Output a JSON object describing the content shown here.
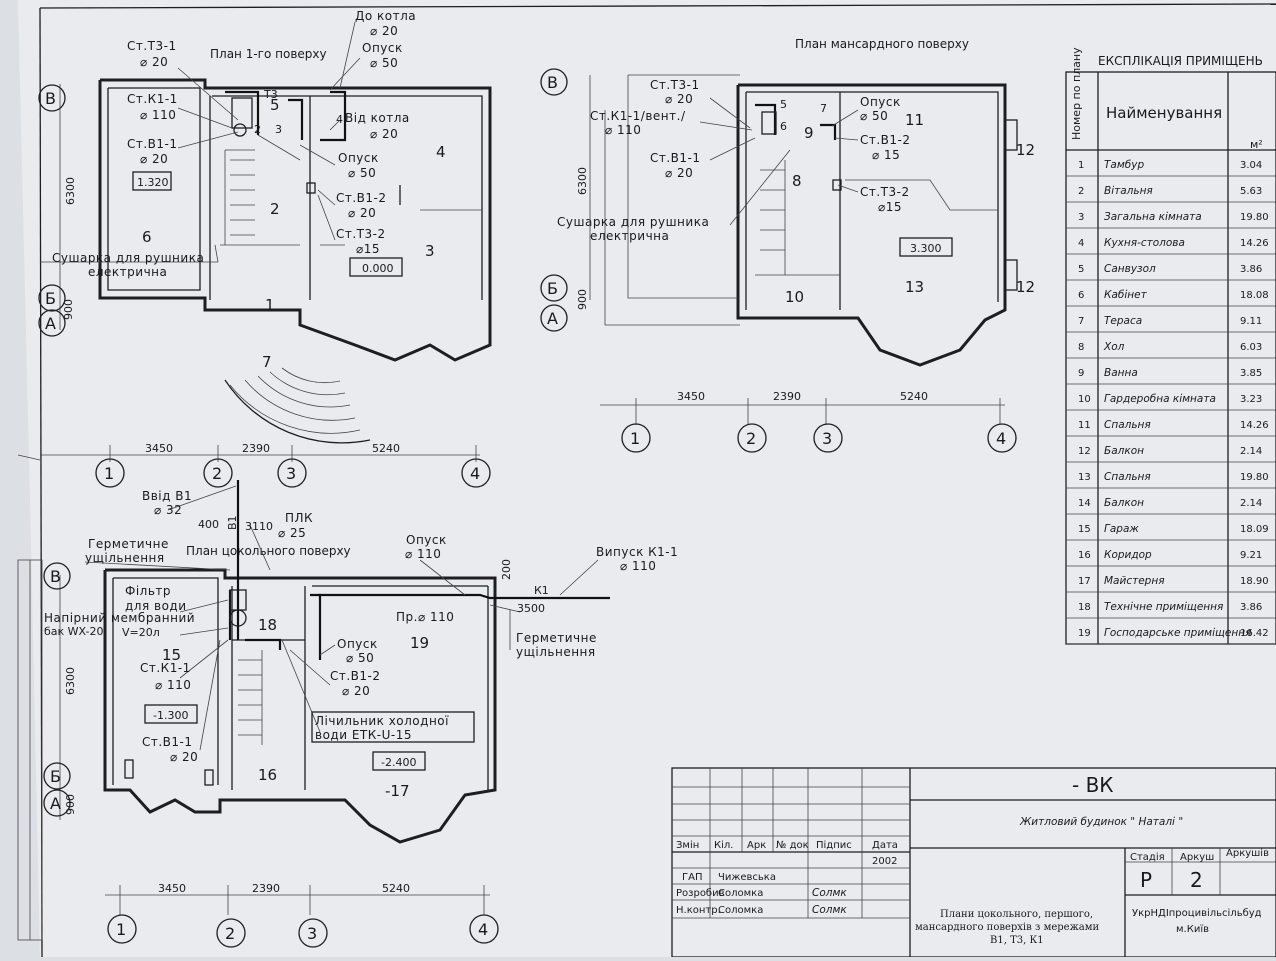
{
  "plan_first": {
    "title": "План 1-го поверху",
    "labels": {
      "st_t3_1": "Ст.Т3-1",
      "st_t3_1_d": "⌀ 20",
      "do_kotla": "До котла",
      "do_kotla_d": "⌀ 20",
      "opusk_top": "Опуск",
      "opusk_top_d": "⌀ 50",
      "st_k1_1": "Ст.К1-1",
      "st_k1_1_d": "⌀ 110",
      "vid_kotla": "Від котла",
      "vid_kotla_d": "⌀ 20",
      "st_b1_1": "Ст.В1-1",
      "st_b1_1_d": "⌀ 20",
      "opusk_mid": "Опуск",
      "opusk_mid_d": "⌀ 50",
      "st_b1_2": "Ст.В1-2",
      "st_b1_2_d": "⌀ 20",
      "st_t3_2": "Ст.Т3-2",
      "st_t3_2_d": "⌀15",
      "sushka1": "Сушарка для рушника",
      "sushka2": "електрична",
      "t3": "Т3"
    },
    "levels": {
      "l1": "1.320",
      "l2": "0.000"
    },
    "rooms": [
      "1",
      "2",
      "3",
      "4",
      "5",
      "6",
      "7"
    ],
    "small_nums": [
      "2",
      "3",
      "4"
    ],
    "dims": {
      "d1": "3450",
      "d2": "2390",
      "d3": "5240",
      "v1": "6300",
      "v2": "900"
    },
    "axes_h": [
      "1",
      "2",
      "3",
      "4"
    ],
    "axes_v": [
      "В",
      "Б",
      "А"
    ]
  },
  "plan_attic": {
    "title": "План мансардного поверху",
    "labels": {
      "st_t3_1": "Ст.Т3-1",
      "st_t3_1_d": "⌀ 20",
      "st_k1_1": "Ст.К1-1/вент./",
      "st_k1_1_d": "⌀ 110",
      "st_b1_1": "Ст.В1-1",
      "st_b1_1_d": "⌀ 20",
      "sushka1": "Сушарка для рушника",
      "sushka2": "електрична",
      "opusk": "Опуск",
      "opusk_d": "⌀ 50",
      "st_b1_2": "Ст.В1-2",
      "st_b1_2_d": "⌀ 15",
      "st_t3_2": "Ст.Т3-2",
      "st_t3_2_d": "⌀15"
    },
    "levels": {
      "l1": "3.300"
    },
    "rooms": [
      "5",
      "6",
      "7",
      "8",
      "9",
      "10",
      "11",
      "12",
      "12",
      "13"
    ],
    "dims": {
      "d1": "3450",
      "d2": "2390",
      "d3": "5240",
      "v1": "6300",
      "v2": "900"
    },
    "axes_h": [
      "1",
      "2",
      "3",
      "4"
    ],
    "axes_v": [
      "В",
      "Б",
      "А"
    ]
  },
  "plan_basement": {
    "title": "План цокольного поверху",
    "labels": {
      "vvid": "Ввід В1",
      "vvid_d": "⌀ 32",
      "d400": "400",
      "d3110": "3110",
      "b1": "В1",
      "plk": "ПЛК",
      "plk_d": "⌀ 25",
      "germ1": "Герметичне",
      "germ2": "ущільнення",
      "opusk_top": "Опуск",
      "opusk_top_d": "⌀ 110",
      "vypusk": "Випуск К1-1",
      "vypusk_d": "⌀ 110",
      "filtr1": "Фільтр",
      "filtr2": "для води",
      "bak1": "Напірний мембранний",
      "bak2": "бак WX-20",
      "bak3": "V=20л",
      "d200": "200",
      "k1": "К1",
      "d3500": "3500",
      "pr": "Пр.⌀ 110",
      "germ3": "Герметичне",
      "germ4": "ущільнення",
      "opusk_b": "Опуск",
      "opusk_b_d": "⌀ 50",
      "st_k1_1": "Ст.К1-1",
      "st_k1_1_d": "⌀ 110",
      "st_b1_2": "Ст.В1-2",
      "st_b1_2_d": "⌀ 20",
      "lich1": "Лічильник холодної",
      "lich2": "води  ЕТК-U-15",
      "st_b1_1": "Ст.В1-1",
      "st_b1_1_d": "⌀ 20"
    },
    "levels": {
      "l1": "-1.300",
      "l2": "-2.400"
    },
    "rooms": [
      "15",
      "16",
      "-17",
      "18",
      "19"
    ],
    "dims": {
      "d1": "3450",
      "d2": "2390",
      "d3": "5240",
      "v1": "6300",
      "v2": "900"
    },
    "axes_h": [
      "1",
      "2",
      "3",
      "4"
    ],
    "axes_v": [
      "В",
      "Б",
      "А"
    ]
  },
  "explication": {
    "title": "ЕКСПЛІКАЦІЯ  ПРИМІЩЕНЬ",
    "col_num": "Номер по плану",
    "col_name": "Найменування",
    "col_area": "м²",
    "rows": [
      {
        "n": "1",
        "name": "Тамбур",
        "area": "3.04"
      },
      {
        "n": "2",
        "name": "Вітальня",
        "area": "5.63"
      },
      {
        "n": "3",
        "name": "Загальна кімната",
        "area": "19.80"
      },
      {
        "n": "4",
        "name": "Кухня-столова",
        "area": "14.26"
      },
      {
        "n": "5",
        "name": "Санвузол",
        "area": "3.86"
      },
      {
        "n": "6",
        "name": "Кабінет",
        "area": "18.08"
      },
      {
        "n": "7",
        "name": "Тераса",
        "area": "9.11"
      },
      {
        "n": "8",
        "name": "Хол",
        "area": "6.03"
      },
      {
        "n": "9",
        "name": "Ванна",
        "area": "3.85"
      },
      {
        "n": "10",
        "name": "Гардеробна кімната",
        "area": "3.23"
      },
      {
        "n": "11",
        "name": "Спальня",
        "area": "14.26"
      },
      {
        "n": "12",
        "name": "Балкон",
        "area": "2.14"
      },
      {
        "n": "13",
        "name": "Спальня",
        "area": "19.80"
      },
      {
        "n": "14",
        "name": "Балкон",
        "area": "2.14"
      },
      {
        "n": "15",
        "name": "Гараж",
        "area": "18.09"
      },
      {
        "n": "16",
        "name": "Коридор",
        "area": "9.21"
      },
      {
        "n": "17",
        "name": "Майстерня",
        "area": "18.90"
      },
      {
        "n": "18",
        "name": "Технічне приміщення",
        "area": "3.86"
      },
      {
        "n": "19",
        "name": "Господарське приміщення",
        "area": "16.42"
      }
    ]
  },
  "title_block": {
    "code": "- ВК",
    "object": "Житловий будинок \" Наталі \"",
    "headers": [
      "Змін",
      "Кіл.",
      "Арк",
      "№ док",
      "Підпис",
      "Дата"
    ],
    "year": "2002",
    "staff": [
      {
        "role": "ГАП",
        "name": "Чижевська"
      },
      {
        "role": "Розробив",
        "name": "Соломка",
        "sign": "Солмк"
      },
      {
        "role": "Н.контр.",
        "name": "Соломка",
        "sign": "Солмк"
      }
    ],
    "stage_h": "Стадія",
    "sheet_h": "Аркуш",
    "sheets_h": "Аркушів",
    "stage": "Р",
    "sheet": "2",
    "desc1": "Плани цокольного, першого,",
    "desc2": "мансардного поверхів з мережами",
    "desc3": "В1, Т3, К1",
    "org1": "УкрНДІпроцивільсільбуд",
    "org2": "м.Київ"
  }
}
